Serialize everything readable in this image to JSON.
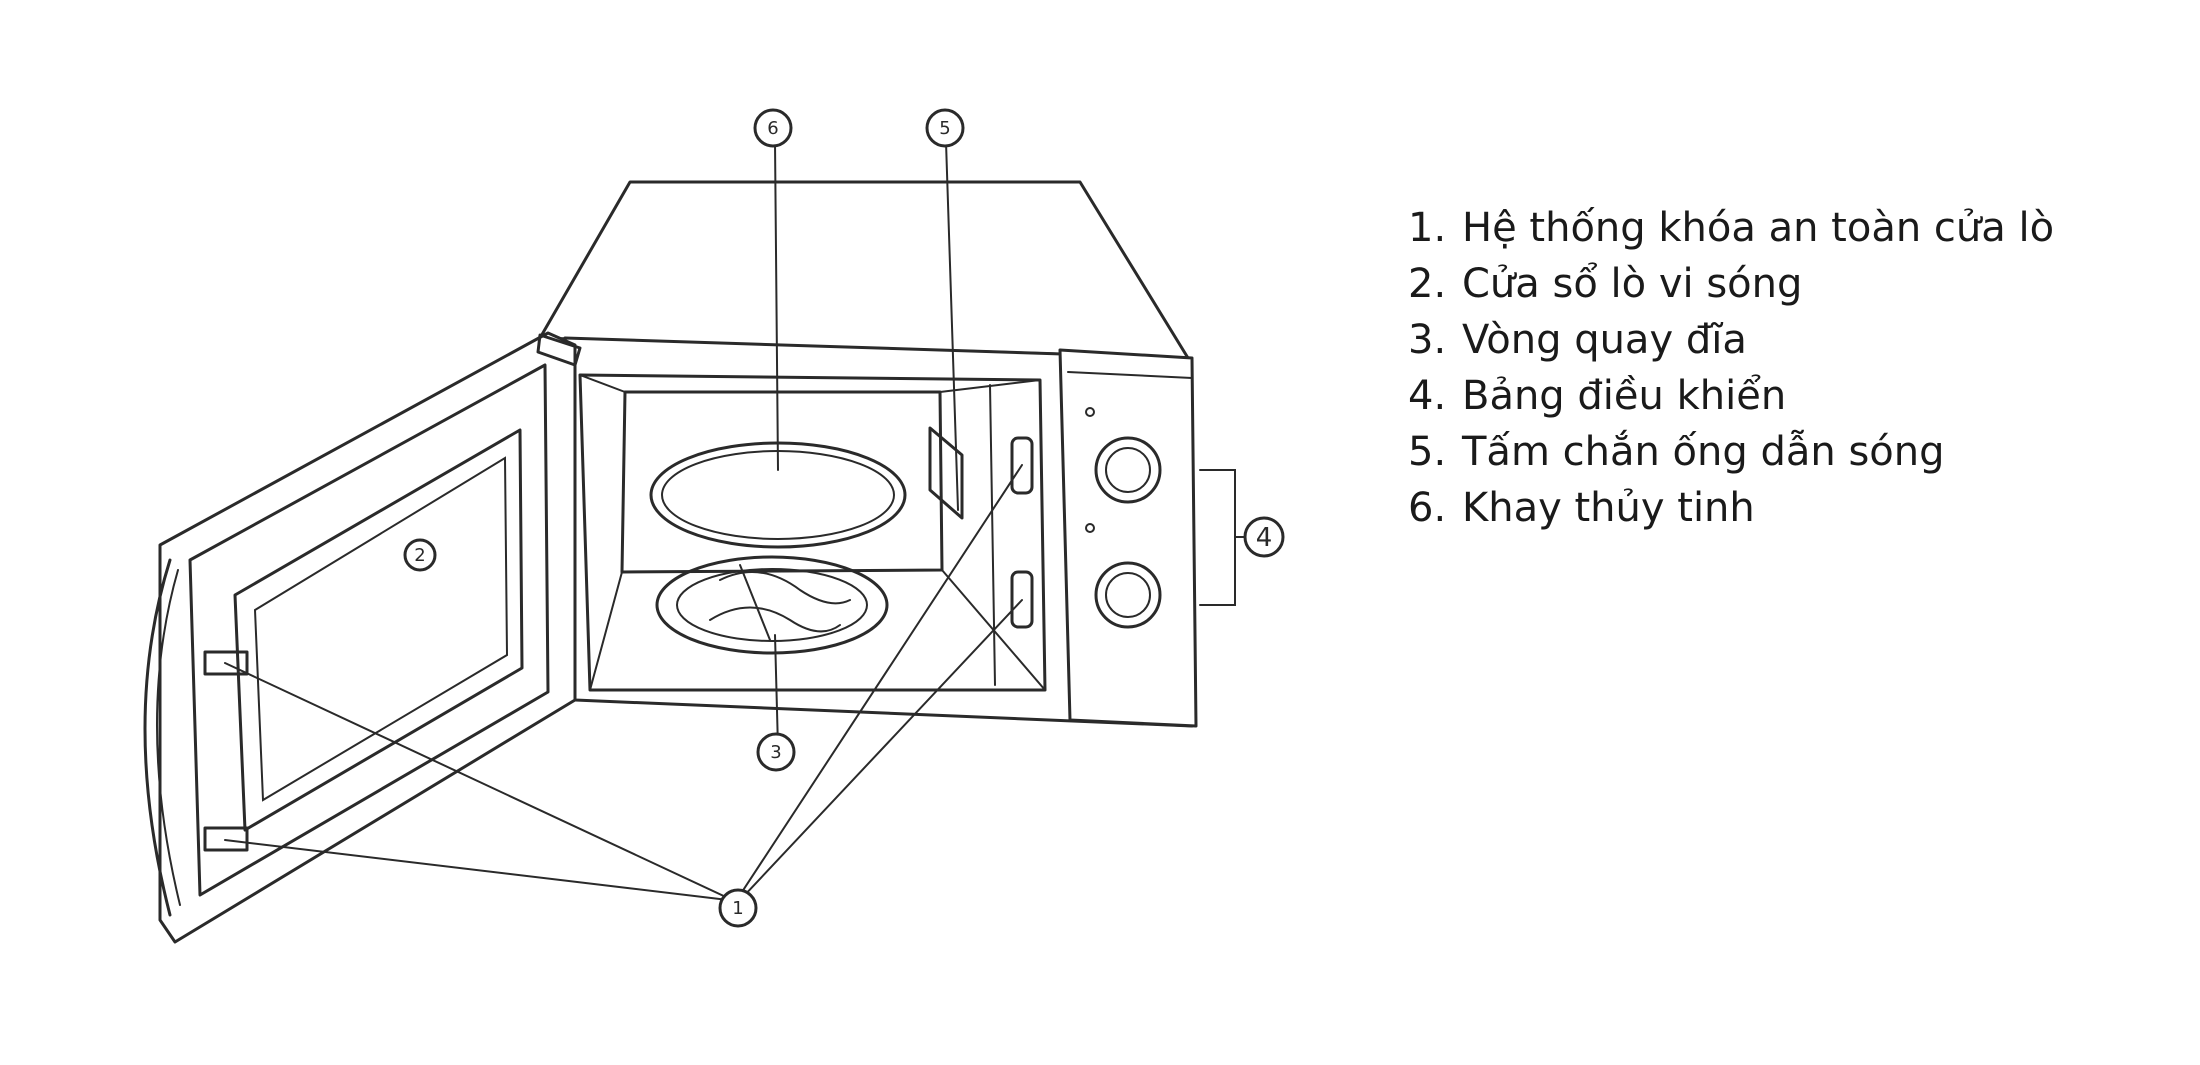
{
  "legend": {
    "items": [
      {
        "number": "1.",
        "text": "Hệ thống khóa an toàn cửa lò"
      },
      {
        "number": "2.",
        "text": "Cửa sổ lò vi sóng"
      },
      {
        "number": "3.",
        "text": "Vòng quay đĩa"
      },
      {
        "number": "4.",
        "text": "Bảng điều khiển"
      },
      {
        "number": "5.",
        "text": "Tấm chắn ống dẫn sóng"
      },
      {
        "number": "6.",
        "text": "Khay thủy tinh"
      }
    ]
  },
  "callouts": {
    "glass_tray": "6",
    "waveguide_cover": "5",
    "window": "2",
    "turntable": "3",
    "door_lock": "1",
    "control_panel": "4"
  }
}
